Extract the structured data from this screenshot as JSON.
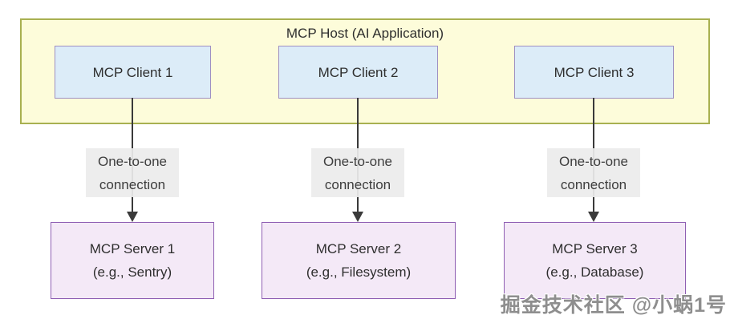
{
  "colors": {
    "host_fill": "#fdfcda",
    "host_border": "#a8b050",
    "client_fill": "#dcecf8",
    "client_border": "#9e8fc2",
    "server_fill": "#f4e9f7",
    "server_border": "#8f5fb3",
    "connection_label_bg": "#ececec",
    "arrow": "#3a3a3a",
    "text": "#2e2e2e",
    "watermark": "#8e8e8e"
  },
  "host": {
    "title": "MCP Host (AI Application)"
  },
  "columns": [
    {
      "client": "MCP Client 1",
      "connection_line1": "One-to-one",
      "connection_line2": "connection",
      "server_name": "MCP Server 1",
      "server_example": "(e.g., Sentry)"
    },
    {
      "client": "MCP Client 2",
      "connection_line1": "One-to-one",
      "connection_line2": "connection",
      "server_name": "MCP Server 2",
      "server_example": "(e.g., Filesystem)"
    },
    {
      "client": "MCP Client 3",
      "connection_line1": "One-to-one",
      "connection_line2": "connection",
      "server_name": "MCP Server 3",
      "server_example": "(e.g., Database)"
    }
  ],
  "watermark": "掘金技术社区 @小蜗1号"
}
